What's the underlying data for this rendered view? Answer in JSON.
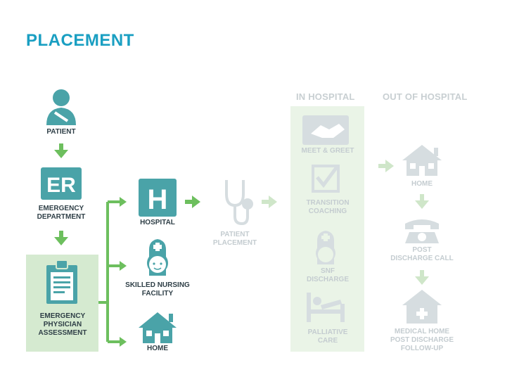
{
  "title": "PLACEMENT",
  "columns": {
    "in_hospital": "IN HOSPITAL",
    "out_of_hospital": "OUT OF HOSPITAL"
  },
  "nodes": {
    "patient": "PATIENT",
    "er_icon_text": "ER",
    "emergency_department": "EMERGENCY\nDEPARTMENT",
    "assessment": "EMERGENCY\nPHYSICIAN\nASSESSMENT",
    "hospital_icon_text": "H",
    "hospital": "HOSPITAL",
    "snf": "SKILLED NURSING\nFACILITY",
    "home": "HOME",
    "patient_placement": "PATIENT\nPLACEMENT"
  },
  "in_hospital_items": {
    "meet_greet": "MEET & GREET",
    "transition_coaching": "TRANSITION\nCOACHING",
    "snf_discharge": "SNF\nDISCHARGE",
    "palliative_care": "PALLIATIVE\nCARE"
  },
  "out_hospital_items": {
    "home": "HOME",
    "post_discharge_call": "POST\nDISCHARGE CALL",
    "medical_home": "MEDICAL HOME\nPOST DISCHARGE\nFOLLOW-UP"
  },
  "colors": {
    "title": "#1a9fc2",
    "icon_teal": "#4aa3a8",
    "arrow_green": "#6dbf5e",
    "assessment_bg": "#d5ead0",
    "in_hospital_bg": "#eaf4e7",
    "faded_icon": "#d6dde0"
  },
  "icons": [
    "patient-icon",
    "er-icon",
    "clipboard-icon",
    "hospital-icon",
    "nurse-icon",
    "house-icon",
    "stethoscope-icon",
    "handshake-icon",
    "checkbox-icon",
    "hospital-bed-icon",
    "telephone-icon"
  ]
}
